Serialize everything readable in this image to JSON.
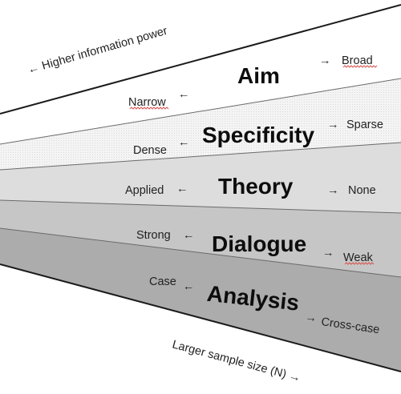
{
  "higher_power_label": "← Higher information power",
  "larger_sample_label": "Larger sample size (N) →",
  "arrow_left": "←",
  "arrow_right": "→",
  "dimensions": [
    {
      "title": "Aim",
      "left": "Narrow",
      "right": "Broad"
    },
    {
      "title": "Specificity",
      "left": "Dense",
      "right": "Sparse"
    },
    {
      "title": "Theory",
      "left": "Applied",
      "right": "None"
    },
    {
      "title": "Dialogue",
      "left": "Strong",
      "right": "Weak"
    },
    {
      "title": "Analysis",
      "left": "Case",
      "right": "Cross-case"
    }
  ],
  "band_colors": [
    "#ffffff",
    "#f3f3f3",
    "#dedede",
    "#c4c4c4",
    "#ababab"
  ]
}
